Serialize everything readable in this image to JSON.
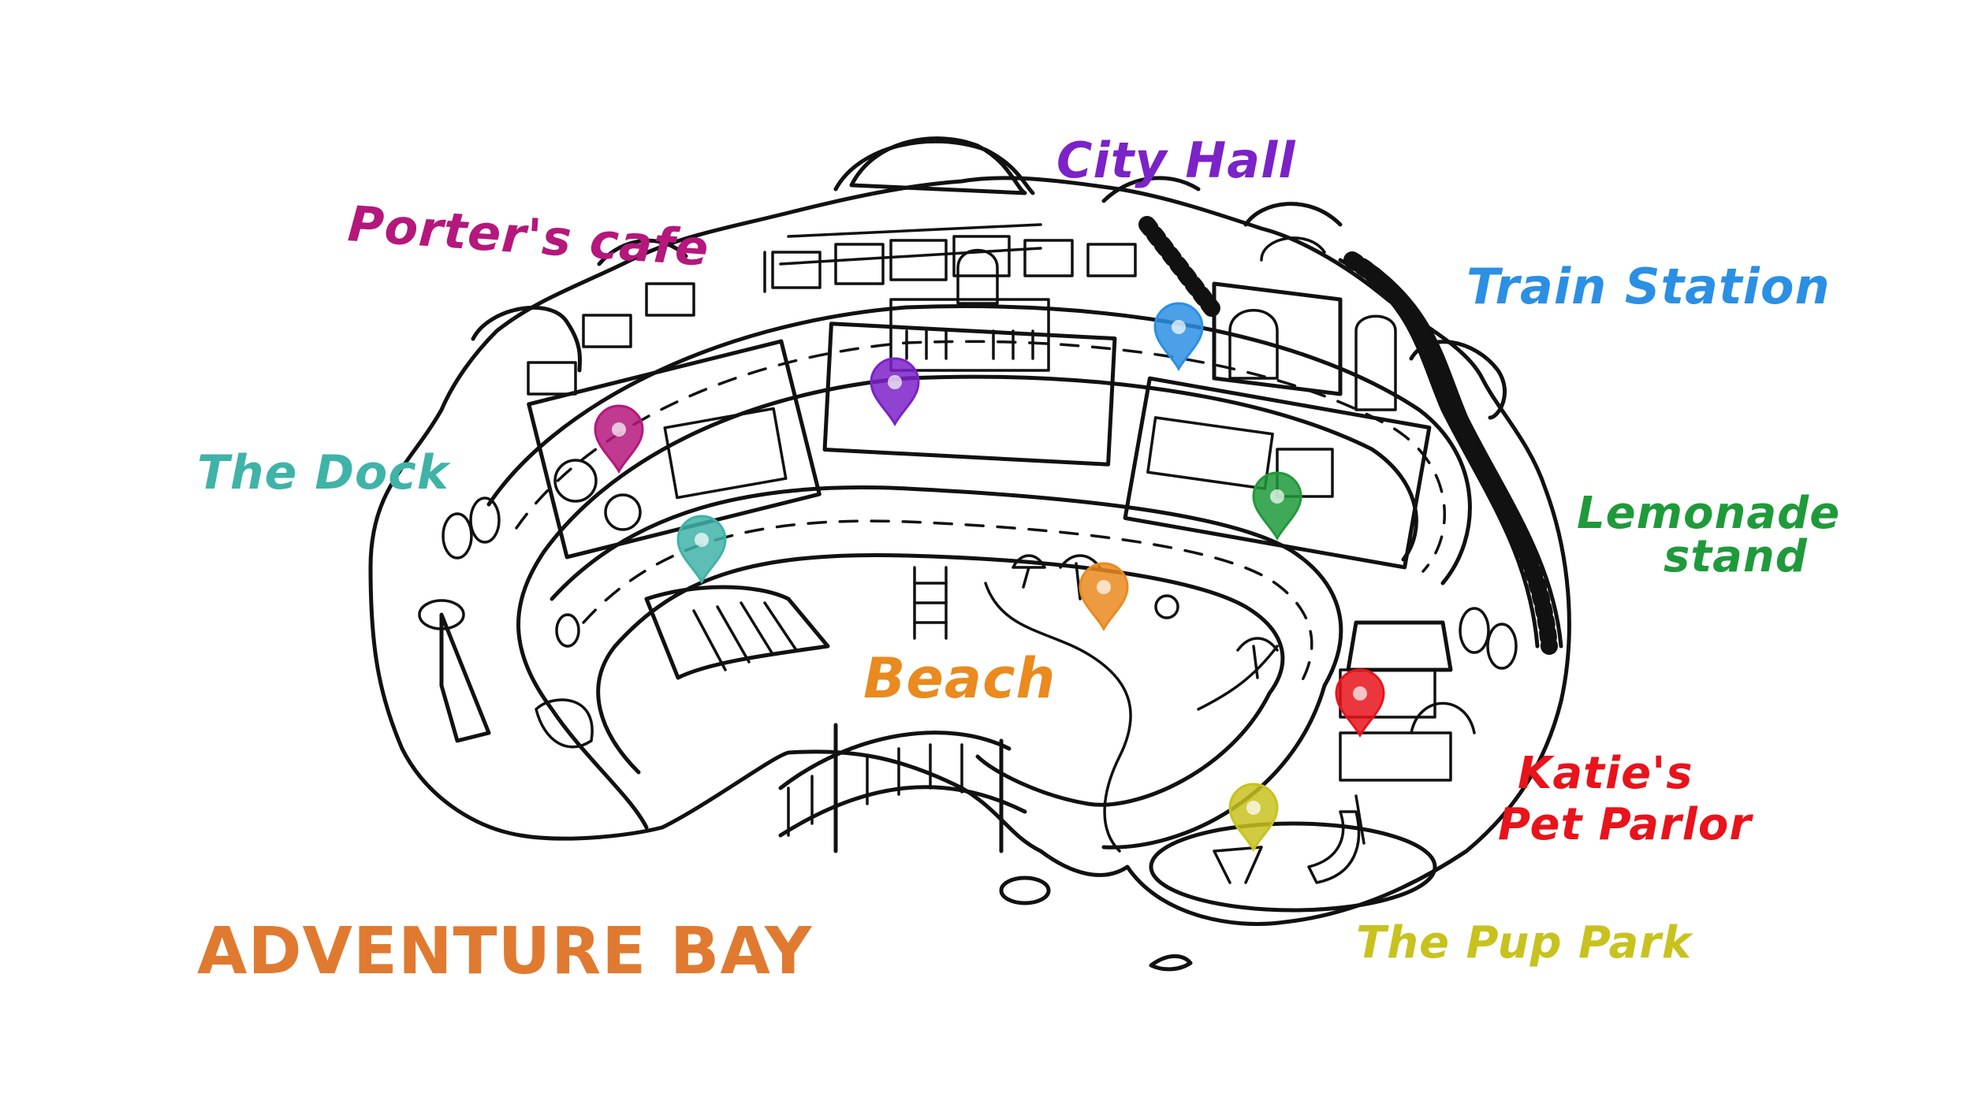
{
  "map": {
    "title": "ADVENTURE BAY",
    "colors": {
      "title": "#e07a30",
      "porters_cafe": "#b5177c",
      "city_hall": "#7b22c8",
      "train_station": "#2b8fe3",
      "the_dock": "#3fb3a8",
      "lemonade_stand": "#1f9a3a",
      "beach": "#ea8a1f",
      "katies_pet_parlor": "#e8131b",
      "pup_park": "#c8c21f"
    },
    "locations": [
      {
        "id": "porters_cafe",
        "label": "Porter's cafe",
        "color": "#b5177c",
        "icon": "map-pin-icon"
      },
      {
        "id": "city_hall",
        "label": "City Hall",
        "color": "#7b22c8",
        "icon": "map-pin-icon"
      },
      {
        "id": "train_station",
        "label": "Train Station",
        "color": "#2b8fe3",
        "icon": "map-pin-icon"
      },
      {
        "id": "the_dock",
        "label": "The Dock",
        "color": "#3fb3a8",
        "icon": "map-pin-icon"
      },
      {
        "id": "lemonade_stand",
        "label_line1": "Lemonade",
        "label_line2": "stand",
        "color": "#1f9a3a",
        "icon": "map-pin-icon"
      },
      {
        "id": "beach",
        "label": "Beach",
        "color": "#ea8a1f",
        "icon": "map-pin-icon"
      },
      {
        "id": "katies_pet_parlor",
        "label_line1": "Katie's",
        "label_line2": "Pet Parlor",
        "color": "#e8131b",
        "icon": "map-pin-icon"
      },
      {
        "id": "pup_park",
        "label": "The Pup Park",
        "color": "#c8c21f",
        "icon": "map-pin-icon"
      }
    ]
  }
}
